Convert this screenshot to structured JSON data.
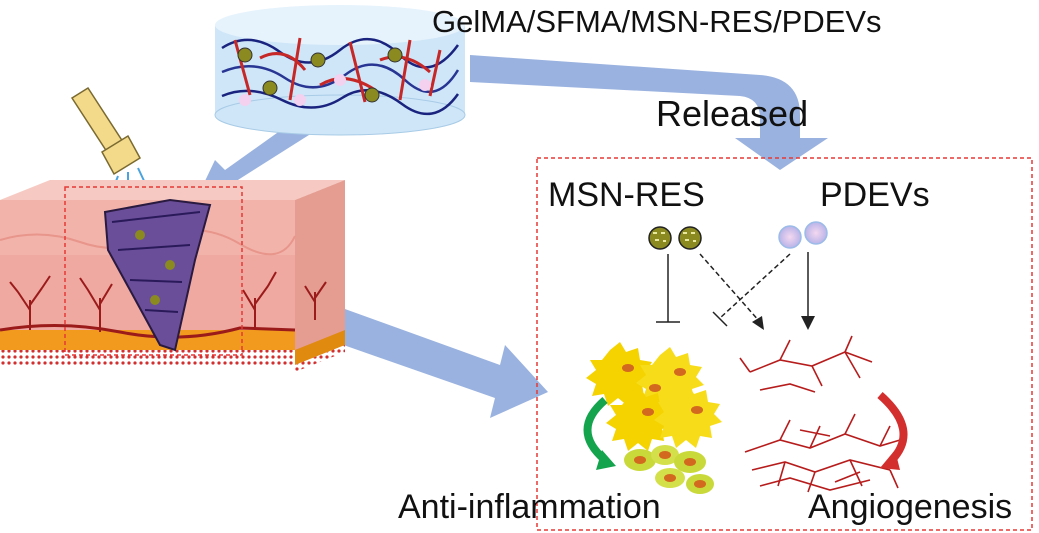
{
  "labels": {
    "hydrogel_name": "GelMA/SFMA/MSN-RES/PDEVs",
    "released": "Released",
    "msn_res": "MSN-RES",
    "pdevs": "PDEVs",
    "anti_inflammation": "Anti-inflammation",
    "angiogenesis": "Angiogenesis"
  },
  "colors": {
    "flow_arrow": "#8eaadb",
    "dashed_box": "#e53935",
    "vessel": "#b71c1c",
    "inflammatory_cell": "#f5d300",
    "green_arrow": "#14a44d",
    "red_arrow": "#d32f2f",
    "hydrogel_blue": "#cfe6f8",
    "skin_pink": "#f0b0a8"
  },
  "icons": [
    "light-source-icon",
    "hydrogel-disc-icon",
    "skin-tissue-icon",
    "msn-particle-icon",
    "pdev-vesicle-icon",
    "inhibition-arrow-icon",
    "activation-arrow-icon"
  ]
}
